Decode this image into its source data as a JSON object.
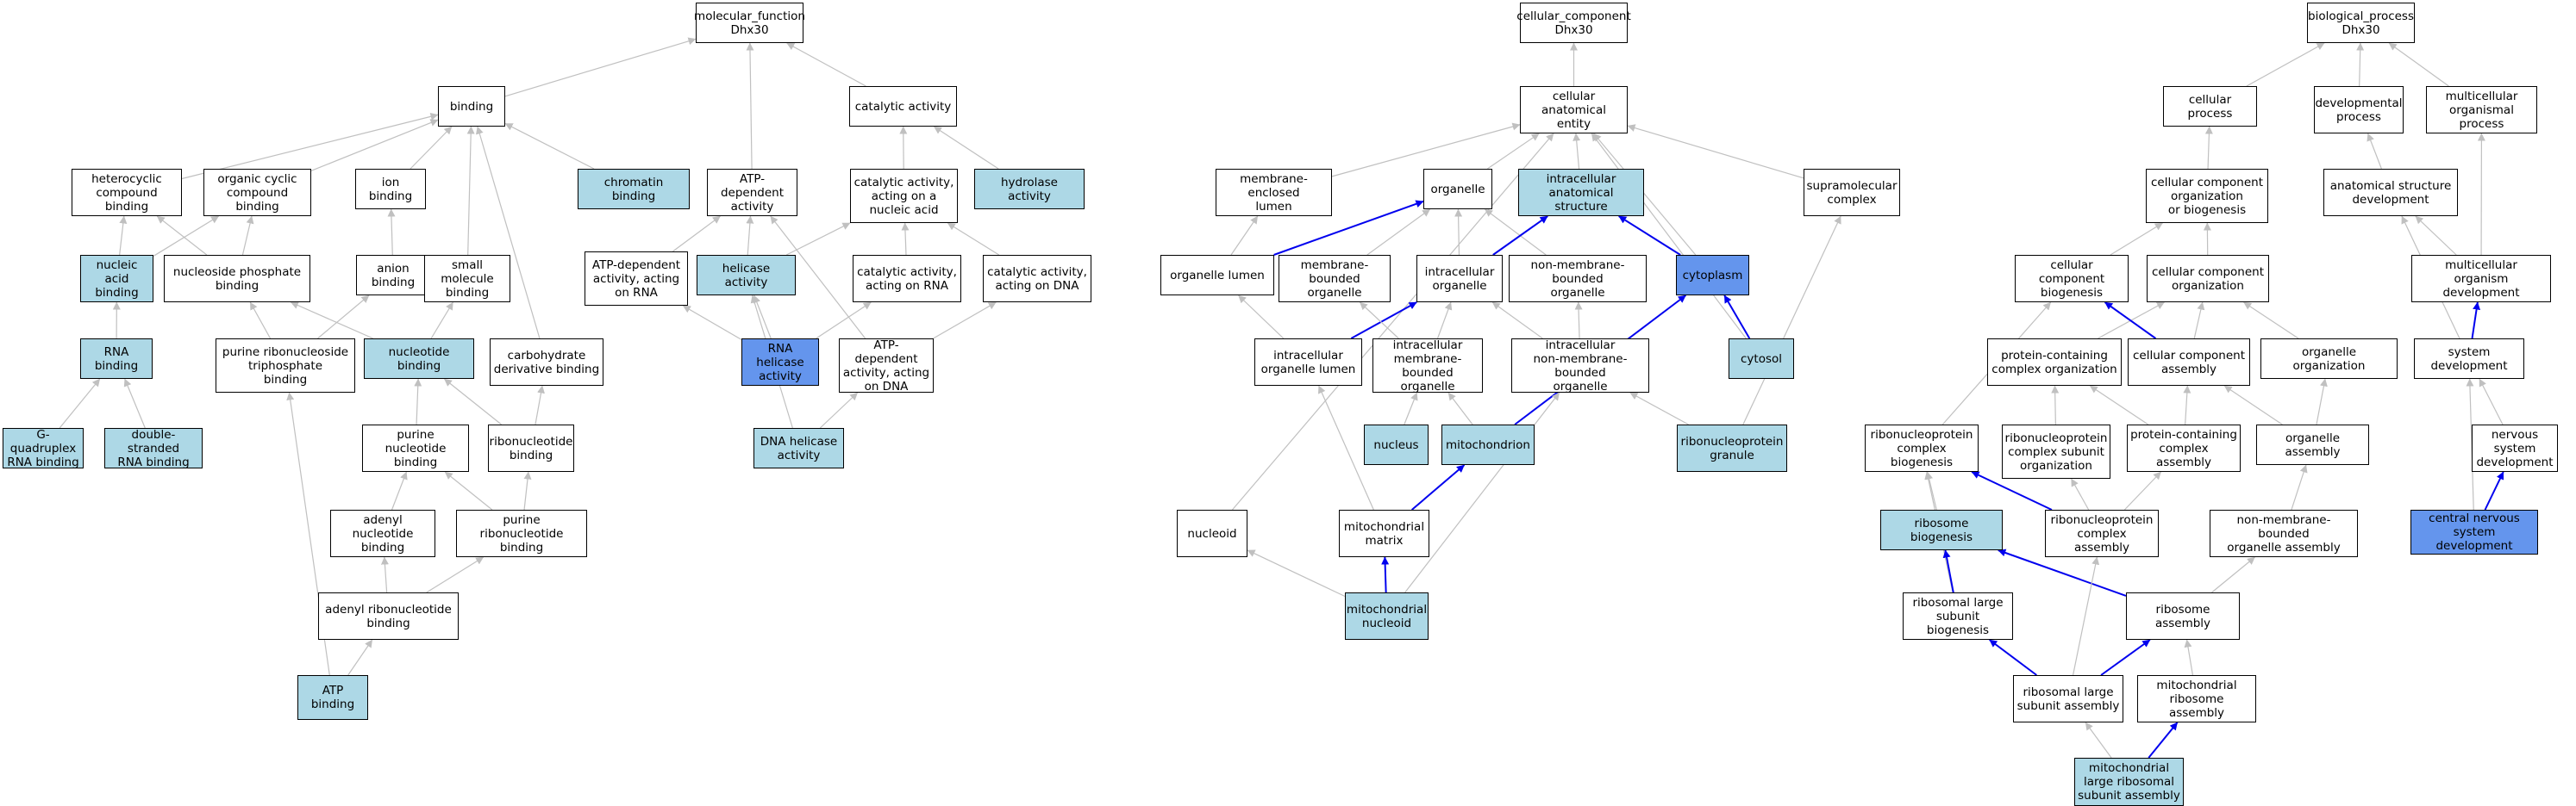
{
  "colors": {
    "plain": "#ffffff",
    "light": "#add8e6",
    "dark": "#6495ed",
    "edge_gray": "#c0c0c0",
    "edge_blue": "#0000ee"
  },
  "nodes": {
    "mf_root": {
      "label": "molecular_function\nDhx30",
      "fill": "plain"
    },
    "binding": {
      "label": "binding",
      "fill": "plain"
    },
    "catalytic": {
      "label": "catalytic activity",
      "fill": "plain"
    },
    "heterocyclic": {
      "label": "heterocyclic\ncompound binding",
      "fill": "plain"
    },
    "organic_cyclic": {
      "label": "organic cyclic\ncompound binding",
      "fill": "plain"
    },
    "ion_binding": {
      "label": "ion binding",
      "fill": "plain"
    },
    "chromatin": {
      "label": "chromatin binding",
      "fill": "light"
    },
    "atp_dep": {
      "label": "ATP-dependent\nactivity",
      "fill": "plain"
    },
    "cat_nucleic": {
      "label": "catalytic activity,\nacting on a\nnucleic acid",
      "fill": "plain"
    },
    "hydrolase": {
      "label": "hydrolase activity",
      "fill": "light"
    },
    "nucleic_acid": {
      "label": "nucleic acid\nbinding",
      "fill": "light"
    },
    "nucleoside_phos": {
      "label": "nucleoside phosphate\nbinding",
      "fill": "plain"
    },
    "anion": {
      "label": "anion binding",
      "fill": "plain"
    },
    "small_mol": {
      "label": "small molecule\nbinding",
      "fill": "plain"
    },
    "atp_dep_rna": {
      "label": "ATP-dependent\nactivity, acting\non RNA",
      "fill": "plain"
    },
    "helicase": {
      "label": "helicase activity",
      "fill": "light"
    },
    "cat_rna": {
      "label": "catalytic activity,\nacting on RNA",
      "fill": "plain"
    },
    "cat_dna": {
      "label": "catalytic activity,\nacting on DNA",
      "fill": "plain"
    },
    "rna_binding": {
      "label": "RNA binding",
      "fill": "light"
    },
    "purine_ribo_tri": {
      "label": "purine ribonucleoside\ntriphosphate\nbinding",
      "fill": "plain"
    },
    "nucleotide": {
      "label": "nucleotide binding",
      "fill": "light"
    },
    "carbohydrate": {
      "label": "carbohydrate\nderivative binding",
      "fill": "plain"
    },
    "rna_helicase": {
      "label": "RNA helicase\nactivity",
      "fill": "dark"
    },
    "atp_dep_dna": {
      "label": "ATP-dependent\nactivity, acting\non DNA",
      "fill": "plain"
    },
    "gquad": {
      "label": "G-quadruplex\nRNA binding",
      "fill": "light"
    },
    "dsrna": {
      "label": "double-stranded\nRNA binding",
      "fill": "light"
    },
    "purine_nt": {
      "label": "purine nucleotide\nbinding",
      "fill": "plain"
    },
    "ribonucleotide": {
      "label": "ribonucleotide\nbinding",
      "fill": "plain"
    },
    "dna_helicase": {
      "label": "DNA helicase\nactivity",
      "fill": "light"
    },
    "adenyl_nt": {
      "label": "adenyl nucleotide\nbinding",
      "fill": "plain"
    },
    "purine_ribont": {
      "label": "purine ribonucleotide\nbinding",
      "fill": "plain"
    },
    "adenyl_ribont": {
      "label": "adenyl ribonucleotide\nbinding",
      "fill": "plain"
    },
    "atp_binding": {
      "label": "ATP binding",
      "fill": "light"
    },
    "cc_root": {
      "label": "cellular_component\nDhx30",
      "fill": "plain"
    },
    "cae": {
      "label": "cellular anatomical\nentity",
      "fill": "plain"
    },
    "mem_enclosed": {
      "label": "membrane-enclosed\nlumen",
      "fill": "plain"
    },
    "organelle": {
      "label": "organelle",
      "fill": "plain"
    },
    "intra_anat": {
      "label": "intracellular\nanatomical structure",
      "fill": "light"
    },
    "supramol": {
      "label": "supramolecular\ncomplex",
      "fill": "plain"
    },
    "organelle_lumen": {
      "label": "organelle lumen",
      "fill": "plain"
    },
    "mem_bounded": {
      "label": "membrane-bounded\norganelle",
      "fill": "plain"
    },
    "intra_org": {
      "label": "intracellular\norganelle",
      "fill": "plain"
    },
    "non_mem": {
      "label": "non-membrane-bounded\norganelle",
      "fill": "plain"
    },
    "cytoplasm": {
      "label": "cytoplasm",
      "fill": "dark"
    },
    "intra_org_lumen": {
      "label": "intracellular\norganelle lumen",
      "fill": "plain"
    },
    "intra_mem_org": {
      "label": "intracellular\nmembrane-bounded\norganelle",
      "fill": "plain"
    },
    "intra_nonmem_org": {
      "label": "intracellular\nnon-membrane-bounded\norganelle",
      "fill": "plain"
    },
    "cytosol": {
      "label": "cytosol",
      "fill": "light"
    },
    "nucleus": {
      "label": "nucleus",
      "fill": "light"
    },
    "mitochondrion": {
      "label": "mitochondrion",
      "fill": "light"
    },
    "rnp_granule": {
      "label": "ribonucleoprotein\ngranule",
      "fill": "light"
    },
    "nucleoid": {
      "label": "nucleoid",
      "fill": "plain"
    },
    "mito_matrix": {
      "label": "mitochondrial\nmatrix",
      "fill": "plain"
    },
    "mito_nucleoid": {
      "label": "mitochondrial\nnucleoid",
      "fill": "light"
    },
    "bp_root": {
      "label": "biological_process\nDhx30",
      "fill": "plain"
    },
    "cell_proc": {
      "label": "cellular process",
      "fill": "plain"
    },
    "dev_proc": {
      "label": "developmental\nprocess",
      "fill": "plain"
    },
    "multi_proc": {
      "label": "multicellular\norganismal process",
      "fill": "plain"
    },
    "cc_org_bio": {
      "label": "cellular component\norganization\nor biogenesis",
      "fill": "plain"
    },
    "anat_dev": {
      "label": "anatomical structure\ndevelopment",
      "fill": "plain"
    },
    "cc_biogenesis": {
      "label": "cellular component\nbiogenesis",
      "fill": "plain"
    },
    "cc_organization": {
      "label": "cellular component\norganization",
      "fill": "plain"
    },
    "multi_org_dev": {
      "label": "multicellular\norganism development",
      "fill": "plain"
    },
    "pc_org": {
      "label": "protein-containing\ncomplex organization",
      "fill": "plain"
    },
    "cc_assembly": {
      "label": "cellular component\nassembly",
      "fill": "plain"
    },
    "organelle_org": {
      "label": "organelle organization",
      "fill": "plain"
    },
    "sys_dev": {
      "label": "system development",
      "fill": "plain"
    },
    "rnp_bio": {
      "label": "ribonucleoprotein\ncomplex biogenesis",
      "fill": "plain"
    },
    "rnp_subunit": {
      "label": "ribonucleoprotein\ncomplex subunit\norganization",
      "fill": "plain"
    },
    "pc_assembly": {
      "label": "protein-containing\ncomplex assembly",
      "fill": "plain"
    },
    "organelle_asm": {
      "label": "organelle assembly",
      "fill": "plain"
    },
    "nervous_dev": {
      "label": "nervous system\ndevelopment",
      "fill": "plain"
    },
    "ribo_bio": {
      "label": "ribosome biogenesis",
      "fill": "light"
    },
    "rnp_asm": {
      "label": "ribonucleoprotein\ncomplex assembly",
      "fill": "plain"
    },
    "nonmem_asm": {
      "label": "non-membrane-bounded\norganelle assembly",
      "fill": "plain"
    },
    "cns_dev": {
      "label": "central nervous\nsystem development",
      "fill": "dark"
    },
    "rls_bio": {
      "label": "ribosomal large\nsubunit biogenesis",
      "fill": "plain"
    },
    "ribo_asm": {
      "label": "ribosome assembly",
      "fill": "plain"
    },
    "rls_asm": {
      "label": "ribosomal large\nsubunit assembly",
      "fill": "plain"
    },
    "mito_ribo_asm": {
      "label": "mitochondrial\nribosome assembly",
      "fill": "plain"
    },
    "mito_rls_asm": {
      "label": "mitochondrial\nlarge ribosomal\nsubunit assembly",
      "fill": "light"
    }
  },
  "edges": [
    [
      "binding",
      "mf_root",
      "g"
    ],
    [
      "catalytic",
      "mf_root",
      "g"
    ],
    [
      "atp_dep",
      "mf_root",
      "g"
    ],
    [
      "heterocyclic",
      "binding",
      "g"
    ],
    [
      "organic_cyclic",
      "binding",
      "g"
    ],
    [
      "ion_binding",
      "binding",
      "g"
    ],
    [
      "chromatin",
      "binding",
      "g"
    ],
    [
      "small_mol",
      "binding",
      "g"
    ],
    [
      "carbohydrate",
      "binding",
      "g"
    ],
    [
      "cat_nucleic",
      "catalytic",
      "g"
    ],
    [
      "hydrolase",
      "catalytic",
      "g"
    ],
    [
      "nucleic_acid",
      "heterocyclic",
      "g"
    ],
    [
      "nucleic_acid",
      "organic_cyclic",
      "g"
    ],
    [
      "nucleoside_phos",
      "heterocyclic",
      "g"
    ],
    [
      "nucleoside_phos",
      "organic_cyclic",
      "g"
    ],
    [
      "anion",
      "ion_binding",
      "g"
    ],
    [
      "atp_dep_rna",
      "atp_dep",
      "g"
    ],
    [
      "helicase",
      "atp_dep",
      "g"
    ],
    [
      "atp_dep_dna",
      "atp_dep",
      "g"
    ],
    [
      "cat_rna",
      "cat_nucleic",
      "g"
    ],
    [
      "cat_dna",
      "cat_nucleic",
      "g"
    ],
    [
      "helicase",
      "cat_nucleic",
      "g"
    ],
    [
      "rna_binding",
      "nucleic_acid",
      "g"
    ],
    [
      "purine_ribo_tri",
      "nucleoside_phos",
      "g"
    ],
    [
      "nucleotide",
      "nucleoside_phos",
      "g"
    ],
    [
      "purine_ribo_tri",
      "anion",
      "g"
    ],
    [
      "nucleotide",
      "small_mol",
      "g"
    ],
    [
      "rna_helicase",
      "atp_dep_rna",
      "g"
    ],
    [
      "rna_helicase",
      "helicase",
      "g"
    ],
    [
      "rna_helicase",
      "cat_rna",
      "g"
    ],
    [
      "atp_dep_dna",
      "cat_dna",
      "g"
    ],
    [
      "dna_helicase",
      "helicase",
      "g"
    ],
    [
      "dna_helicase",
      "atp_dep_dna",
      "g"
    ],
    [
      "gquad",
      "rna_binding",
      "g"
    ],
    [
      "dsrna",
      "rna_binding",
      "g"
    ],
    [
      "purine_nt",
      "nucleotide",
      "g"
    ],
    [
      "ribonucleotide",
      "nucleotide",
      "g"
    ],
    [
      "ribonucleotide",
      "carbohydrate",
      "g"
    ],
    [
      "adenyl_nt",
      "purine_nt",
      "g"
    ],
    [
      "purine_ribont",
      "purine_nt",
      "g"
    ],
    [
      "purine_ribont",
      "ribonucleotide",
      "g"
    ],
    [
      "adenyl_ribont",
      "adenyl_nt",
      "g"
    ],
    [
      "adenyl_ribont",
      "purine_ribont",
      "g"
    ],
    [
      "atp_binding",
      "adenyl_ribont",
      "g"
    ],
    [
      "atp_binding",
      "purine_ribo_tri",
      "g"
    ],
    [
      "cae",
      "cc_root",
      "g"
    ],
    [
      "mem_enclosed",
      "cae",
      "g"
    ],
    [
      "organelle",
      "cae",
      "g"
    ],
    [
      "intra_anat",
      "cae",
      "g"
    ],
    [
      "supramol",
      "cae",
      "g"
    ],
    [
      "cytoplasm",
      "cae",
      "g"
    ],
    [
      "cytosol",
      "cae",
      "g"
    ],
    [
      "nucleoid",
      "cae",
      "g"
    ],
    [
      "organelle_lumen",
      "mem_enclosed",
      "g"
    ],
    [
      "organelle_lumen",
      "organelle",
      "b"
    ],
    [
      "mem_bounded",
      "organelle",
      "g"
    ],
    [
      "intra_org",
      "organelle",
      "g"
    ],
    [
      "non_mem",
      "organelle",
      "g"
    ],
    [
      "intra_org",
      "intra_anat",
      "b"
    ],
    [
      "cytoplasm",
      "intra_anat",
      "b"
    ],
    [
      "rnp_granule",
      "supramol",
      "g"
    ],
    [
      "intra_org_lumen",
      "organelle_lumen",
      "g"
    ],
    [
      "intra_org_lumen",
      "intra_org",
      "b"
    ],
    [
      "intra_mem_org",
      "mem_bounded",
      "g"
    ],
    [
      "intra_mem_org",
      "intra_org",
      "g"
    ],
    [
      "intra_nonmem_org",
      "intra_org",
      "g"
    ],
    [
      "intra_nonmem_org",
      "non_mem",
      "g"
    ],
    [
      "cytosol",
      "cytoplasm",
      "b"
    ],
    [
      "nucleus",
      "intra_mem_org",
      "g"
    ],
    [
      "mitochondrion",
      "intra_mem_org",
      "g"
    ],
    [
      "mitochondrion",
      "cytoplasm",
      "b"
    ],
    [
      "rnp_granule",
      "intra_nonmem_org",
      "g"
    ],
    [
      "mito_matrix",
      "intra_org_lumen",
      "g"
    ],
    [
      "mito_matrix",
      "mitochondrion",
      "b"
    ],
    [
      "mito_nucleoid",
      "mito_matrix",
      "b"
    ],
    [
      "mito_nucleoid",
      "nucleoid",
      "g"
    ],
    [
      "mito_nucleoid",
      "intra_nonmem_org",
      "g"
    ],
    [
      "cell_proc",
      "bp_root",
      "g"
    ],
    [
      "dev_proc",
      "bp_root",
      "g"
    ],
    [
      "multi_proc",
      "bp_root",
      "g"
    ],
    [
      "cc_org_bio",
      "cell_proc",
      "g"
    ],
    [
      "anat_dev",
      "dev_proc",
      "g"
    ],
    [
      "multi_org_dev",
      "multi_proc",
      "g"
    ],
    [
      "cc_biogenesis",
      "cc_org_bio",
      "g"
    ],
    [
      "cc_organization",
      "cc_org_bio",
      "g"
    ],
    [
      "multi_org_dev",
      "anat_dev",
      "g"
    ],
    [
      "sys_dev",
      "anat_dev",
      "g"
    ],
    [
      "pc_org",
      "cc_organization",
      "g"
    ],
    [
      "organelle_org",
      "cc_organization",
      "g"
    ],
    [
      "cc_assembly",
      "cc_biogenesis",
      "b"
    ],
    [
      "cc_assembly",
      "cc_organization",
      "g"
    ],
    [
      "sys_dev",
      "multi_org_dev",
      "b"
    ],
    [
      "rnp_bio",
      "cc_biogenesis",
      "g"
    ],
    [
      "rnp_subunit",
      "pc_org",
      "g"
    ],
    [
      "pc_assembly",
      "pc_org",
      "g"
    ],
    [
      "pc_assembly",
      "cc_assembly",
      "g"
    ],
    [
      "organelle_asm",
      "cc_assembly",
      "g"
    ],
    [
      "organelle_asm",
      "organelle_org",
      "g"
    ],
    [
      "nervous_dev",
      "sys_dev",
      "g"
    ],
    [
      "ribo_bio",
      "rnp_bio",
      "g"
    ],
    [
      "rnp_asm",
      "rnp_bio",
      "b"
    ],
    [
      "rnp_asm",
      "rnp_subunit",
      "g"
    ],
    [
      "rnp_asm",
      "pc_assembly",
      "g"
    ],
    [
      "nonmem_asm",
      "organelle_asm",
      "g"
    ],
    [
      "cns_dev",
      "nervous_dev",
      "b"
    ],
    [
      "cns_dev",
      "sys_dev",
      "g"
    ],
    [
      "rls_bio",
      "rnp_bio",
      "g"
    ],
    [
      "rls_bio",
      "ribo_bio",
      "b"
    ],
    [
      "ribo_asm",
      "ribo_bio",
      "b"
    ],
    [
      "ribo_asm",
      "nonmem_asm",
      "g"
    ],
    [
      "rls_asm",
      "rls_bio",
      "b"
    ],
    [
      "rls_asm",
      "ribo_asm",
      "b"
    ],
    [
      "rls_asm",
      "rnp_asm",
      "g"
    ],
    [
      "mito_ribo_asm",
      "ribo_asm",
      "g"
    ],
    [
      "mito_rls_asm",
      "rls_asm",
      "g"
    ],
    [
      "mito_rls_asm",
      "mito_ribo_asm",
      "b"
    ]
  ]
}
